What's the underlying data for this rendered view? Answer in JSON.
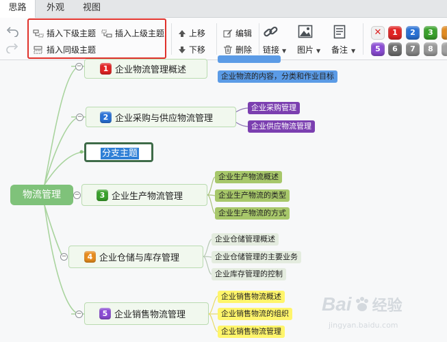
{
  "tabs": [
    {
      "label": "思路",
      "active": true
    },
    {
      "label": "外观",
      "active": false
    },
    {
      "label": "视图",
      "active": false
    }
  ],
  "toolbar": {
    "insert_child": "插入下级主题",
    "insert_parent": "插入上级主题",
    "insert_sibling": "插入同级主题",
    "move_up": "上移",
    "move_down": "下移",
    "edit": "编辑",
    "delete": "删除",
    "link": "链接",
    "image": "图片",
    "note": "备注"
  },
  "priority_tags": [
    "1",
    "2",
    "3",
    "5",
    "6",
    "7",
    "8"
  ],
  "colors": {
    "accent_green": "#7fc27a",
    "highlight_box": "#e0302a",
    "leaf_blue": "#5b9be6",
    "leaf_purple": "#7b3fb0",
    "leaf_olive": "#9dbf5f",
    "leaf_yellow": "#fff56b"
  },
  "mindmap": {
    "root": "物流管理",
    "editing_topic": "分支主题",
    "branches": [
      {
        "num": "1",
        "label": "企业物流管理概述",
        "children": [
          "企业物流的内容，分类和作业目标"
        ]
      },
      {
        "num": "2",
        "label": "企业采购与供应物流管理",
        "children": [
          "企业采购管理",
          "企业供应物流管理"
        ]
      },
      {
        "num": "3",
        "label": "企业生产物流管理",
        "children": [
          "企业生产物流概述",
          "企业生产物流的类型",
          "企业生产物流的方式"
        ]
      },
      {
        "num": "4",
        "label": "企业仓储与库存管理",
        "children": [
          "企业仓储管理概述",
          "企业仓储管理的主要业务",
          "企业库存管理的控制"
        ]
      },
      {
        "num": "5",
        "label": "企业销售物流管理",
        "children": [
          "企业销售物流概述",
          "企业销售物流的组织",
          "企业销售物流管理"
        ]
      }
    ]
  },
  "watermark": {
    "brand": "Bai",
    "brand2": "经验",
    "url": "jingyan.baidu.com"
  }
}
